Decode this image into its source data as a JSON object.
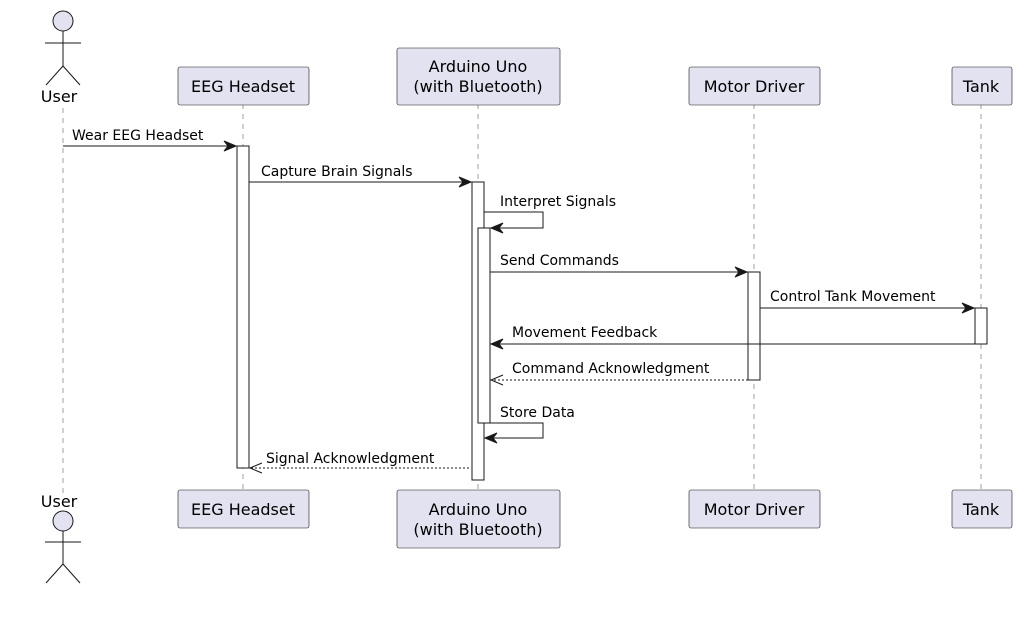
{
  "participants": {
    "user": {
      "label": "User"
    },
    "eeg": {
      "label": "EEG Headset"
    },
    "arduino": {
      "label_line1": "Arduino Uno",
      "label_line2": "(with Bluetooth)"
    },
    "motor": {
      "label": "Motor Driver"
    },
    "tank": {
      "label": "Tank"
    }
  },
  "messages": [
    {
      "text": "Wear EEG Headset",
      "from": "user",
      "to": "eeg",
      "style": "solid"
    },
    {
      "text": "Capture Brain Signals",
      "from": "eeg",
      "to": "arduino",
      "style": "solid"
    },
    {
      "text": "Interpret Signals",
      "from": "arduino",
      "to": "arduino",
      "style": "self"
    },
    {
      "text": "Send Commands",
      "from": "arduino",
      "to": "motor",
      "style": "solid"
    },
    {
      "text": "Control Tank Movement",
      "from": "motor",
      "to": "tank",
      "style": "solid"
    },
    {
      "text": "Movement Feedback",
      "from": "tank",
      "to": "arduino",
      "style": "solid"
    },
    {
      "text": "Command Acknowledgment",
      "from": "motor",
      "to": "arduino",
      "style": "dashed"
    },
    {
      "text": "Store Data",
      "from": "arduino",
      "to": "arduino",
      "style": "self"
    },
    {
      "text": "Signal Acknowledgment",
      "from": "arduino",
      "to": "eeg",
      "style": "dashed"
    }
  ],
  "colors": {
    "participant_fill": "#e2e2f0",
    "line": "#181818",
    "lifeline": "#a0a0a0"
  }
}
